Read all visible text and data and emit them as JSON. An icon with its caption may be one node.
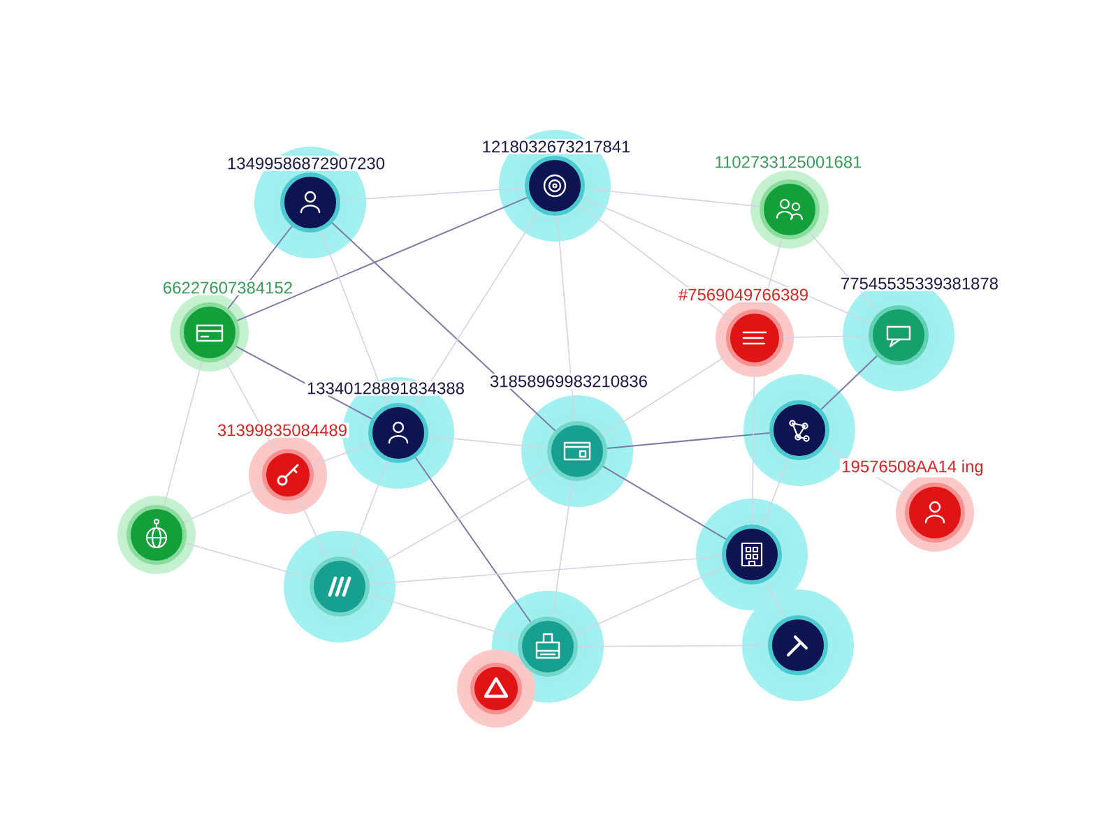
{
  "diagram": {
    "nodes": [
      {
        "text": [
          "13499586872907230"
        ]
      },
      {
        "text": [
          "1218032673217841"
        ]
      },
      {
        "text": [
          "1102733125001681"
        ]
      },
      {
        "text": [
          "66227607384152"
        ]
      },
      {
        "text": [
          "#7569049766389"
        ]
      },
      {
        "text": [
          "77545535339381878"
        ]
      },
      {
        "text": [
          "13340128891834388"
        ]
      },
      {
        "text": [
          "31858969983210836"
        ]
      },
      {
        "text": [
          "31399835084489"
        ]
      },
      {
        "text": [],
        "shape": "circle"
      },
      {
        "text": [
          "19576508AA14 ing"
        ]
      },
      {
        "text": [],
        "shape": "circle"
      },
      {
        "text": [],
        "shape": "circle"
      },
      {
        "text": [],
        "shape": "circle"
      },
      {
        "text": [],
        "shape": "circle"
      },
      {
        "text": [],
        "shape": "circle"
      },
      {
        "text": [],
        "shape": "circle"
      }
    ],
    "edges": [
      {
        "from": 0,
        "to": 3,
        "arrow": "none",
        "color": "#7b7ba6"
      },
      {
        "from": 1,
        "to": 3,
        "arrow": "none",
        "color": "#7b7ba6"
      },
      {
        "from": 0,
        "to": 1,
        "arrow": "none"
      },
      {
        "from": 0,
        "to": 7,
        "arrow": "none",
        "color": "#7b7ba6"
      },
      {
        "from": 3,
        "to": 6,
        "arrow": "none",
        "color": "#7b7ba6"
      },
      {
        "from": 1,
        "to": 2,
        "arrow": "none"
      },
      {
        "from": 2,
        "to": 5,
        "arrow": "none"
      },
      {
        "from": 1,
        "to": 5,
        "arrow": "none"
      },
      {
        "from": 6,
        "to": 7,
        "arrow": "none"
      },
      {
        "from": 7,
        "to": 9,
        "arrow": "none",
        "color": "#7b7ba6"
      },
      {
        "from": 5,
        "to": 9,
        "arrow": "none",
        "color": "#7b7ba6"
      },
      {
        "from": 6,
        "to": 8,
        "arrow": "none"
      },
      {
        "from": 8,
        "to": 11,
        "arrow": "none"
      },
      {
        "from": 8,
        "to": 12,
        "arrow": "none"
      },
      {
        "from": 11,
        "to": 12,
        "arrow": "none"
      },
      {
        "from": 3,
        "to": 11,
        "arrow": "none"
      },
      {
        "from": 6,
        "to": 14,
        "arrow": "none",
        "color": "#7b7ba6"
      },
      {
        "from": 7,
        "to": 13,
        "arrow": "none",
        "color": "#7b7ba6"
      },
      {
        "from": 12,
        "to": 14,
        "arrow": "none"
      },
      {
        "from": 14,
        "to": 15,
        "arrow": "none"
      },
      {
        "from": 13,
        "to": 15,
        "arrow": "none"
      },
      {
        "from": 9,
        "to": 13,
        "arrow": "none"
      },
      {
        "from": 14,
        "to": 13,
        "arrow": "none"
      },
      {
        "from": 12,
        "to": 13,
        "arrow": "none"
      },
      {
        "from": 9,
        "to": 10,
        "arrow": "none"
      },
      {
        "from": 1,
        "to": 7,
        "arrow": "none"
      },
      {
        "from": 7,
        "to": 14,
        "arrow": "none"
      },
      {
        "from": 4,
        "to": 5,
        "arrow": "none"
      },
      {
        "from": 2,
        "to": 4,
        "arrow": "none"
      },
      {
        "from": 1,
        "to": 6,
        "arrow": "none"
      },
      {
        "from": 0,
        "to": 6,
        "arrow": "none"
      },
      {
        "from": 7,
        "to": 12,
        "arrow": "none"
      },
      {
        "from": 4,
        "to": 7,
        "arrow": "none"
      },
      {
        "from": 4,
        "to": 13,
        "arrow": "none"
      },
      {
        "from": 6,
        "to": 12,
        "arrow": "none"
      },
      {
        "from": 1,
        "to": 4,
        "arrow": "none"
      },
      {
        "from": 3,
        "to": 8,
        "arrow": "none"
      }
    ]
  }
}
